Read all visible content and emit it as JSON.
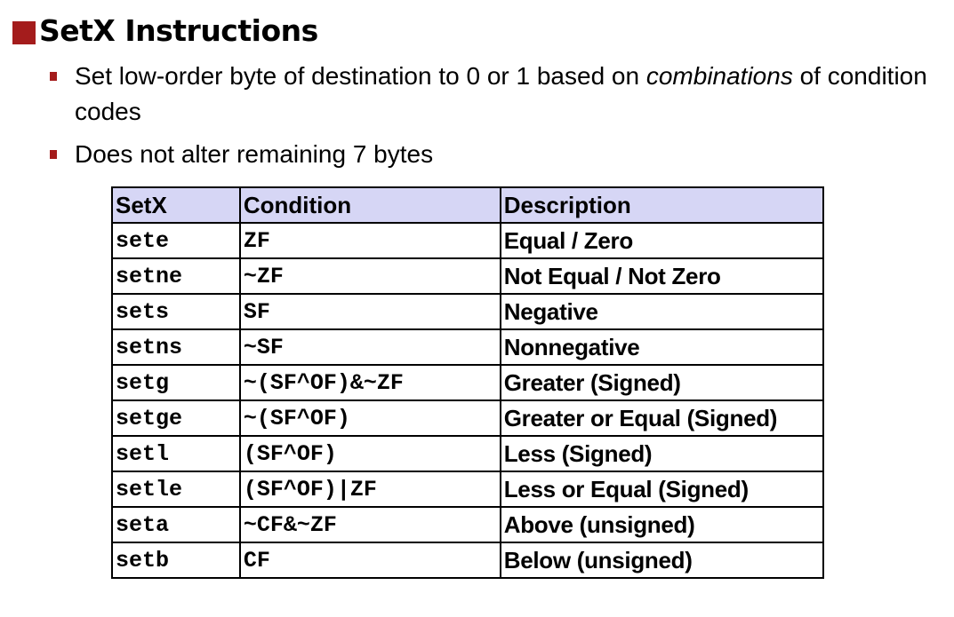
{
  "slide": {
    "title": "SetX Instructions",
    "accent_color": "#a41c1c",
    "bullets": [
      {
        "text_before": "Set low-order byte of destination to 0 or 1 based on ",
        "text_emphasis": "combinations",
        "text_after": " of condition codes"
      },
      {
        "text_before": "Does not alter remaining 7 bytes",
        "text_emphasis": "",
        "text_after": ""
      }
    ]
  },
  "table": {
    "header_bg": "#d6d6f5",
    "headers": [
      "SetX",
      "Condition",
      "Description"
    ],
    "rows": [
      [
        "sete",
        "ZF",
        "Equal / Zero"
      ],
      [
        "setne",
        "~ZF",
        "Not Equal / Not Zero"
      ],
      [
        "sets",
        "SF",
        "Negative"
      ],
      [
        "setns",
        "~SF",
        "Nonnegative"
      ],
      [
        "setg",
        "~(SF^OF)&~ZF",
        "Greater (Signed)"
      ],
      [
        "setge",
        "~(SF^OF)",
        "Greater or Equal (Signed)"
      ],
      [
        "setl",
        "(SF^OF)",
        "Less (Signed)"
      ],
      [
        "setle",
        "(SF^OF)|ZF",
        "Less or Equal (Signed)"
      ],
      [
        "seta",
        "~CF&~ZF",
        "Above (unsigned)"
      ],
      [
        "setb",
        "CF",
        "Below (unsigned)"
      ]
    ]
  }
}
